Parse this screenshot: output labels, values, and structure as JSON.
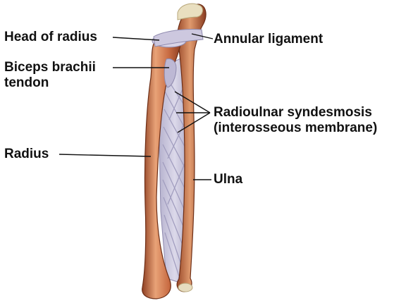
{
  "labels": {
    "head_of_radius": "Head of radius",
    "biceps_line1": "Biceps brachii",
    "biceps_line2": "tendon",
    "radius": "Radius",
    "annular_ligament": "Annular ligament",
    "syndesmosis_line1": "Radioulnar syndesmosis",
    "syndesmosis_line2": "(interosseous membrane)",
    "ulna": "Ulna"
  },
  "colors": {
    "bone": "#c86b42",
    "bone_highlight": "#e8a277",
    "bone_shadow": "#8e3f22",
    "membrane": "#c9c6dc",
    "membrane_fiber": "#9f9bbd",
    "cartilage": "#e9dfc0",
    "leader": "#111111"
  }
}
